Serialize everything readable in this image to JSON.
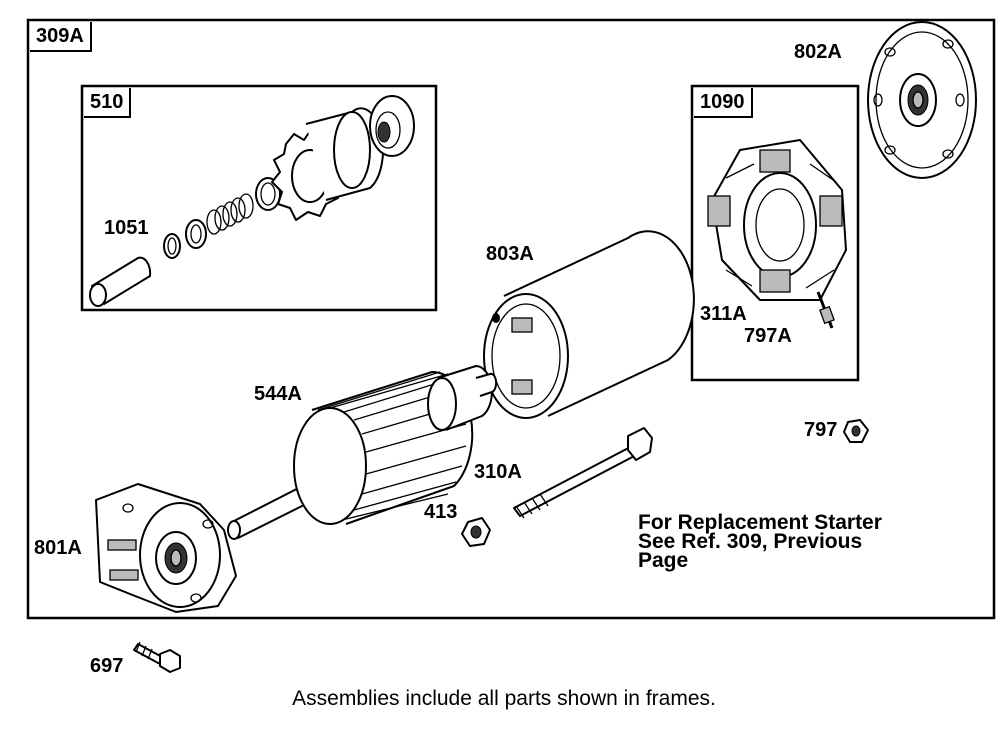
{
  "frames": {
    "main": "309A",
    "drive": "510",
    "brush": "1090"
  },
  "parts": {
    "end_cap": "802A",
    "retainer": "1051",
    "housing": "803A",
    "brush_plate": "311A",
    "terminal": "797A",
    "nut_797": "797",
    "armature": "544A",
    "through_bolt": "310A",
    "nut_413": "413",
    "drive_end": "801A",
    "screw": "697"
  },
  "note": {
    "line1": "For Replacement Starter",
    "line2": "See Ref. 309, Previous",
    "line3": "Page"
  },
  "caption": "Assemblies include all parts shown in frames."
}
